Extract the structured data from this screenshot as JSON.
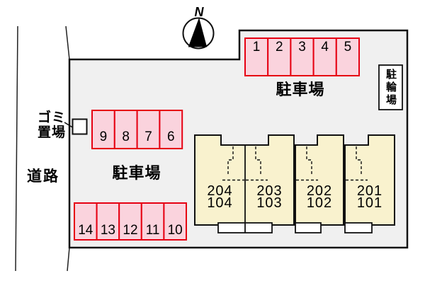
{
  "compass": {
    "label": "N"
  },
  "road": {
    "label": "道路"
  },
  "garbage": {
    "label_line1": "ゴミ",
    "label_line2": "置場"
  },
  "bicycle_parking": {
    "label": "駐輪場"
  },
  "parking_top": {
    "label": "駐車場",
    "spaces": [
      "1",
      "2",
      "3",
      "4",
      "5"
    ]
  },
  "parking_middle": {
    "label": "駐車場",
    "spaces": [
      "9",
      "8",
      "7",
      "6"
    ]
  },
  "parking_bottom": {
    "spaces": [
      "14",
      "13",
      "12",
      "11",
      "10"
    ]
  },
  "buildings": {
    "units": [
      {
        "upper": "204",
        "lower": "104"
      },
      {
        "upper": "203",
        "lower": "103"
      },
      {
        "upper": "202",
        "lower": "102"
      },
      {
        "upper": "201",
        "lower": "101"
      }
    ]
  },
  "colors": {
    "site_fill": "#f0f0f0",
    "stall_fill": "#fad3dd",
    "stall_border": "#e60012",
    "building_fill": "#f9f2ce",
    "outline": "#111111"
  }
}
